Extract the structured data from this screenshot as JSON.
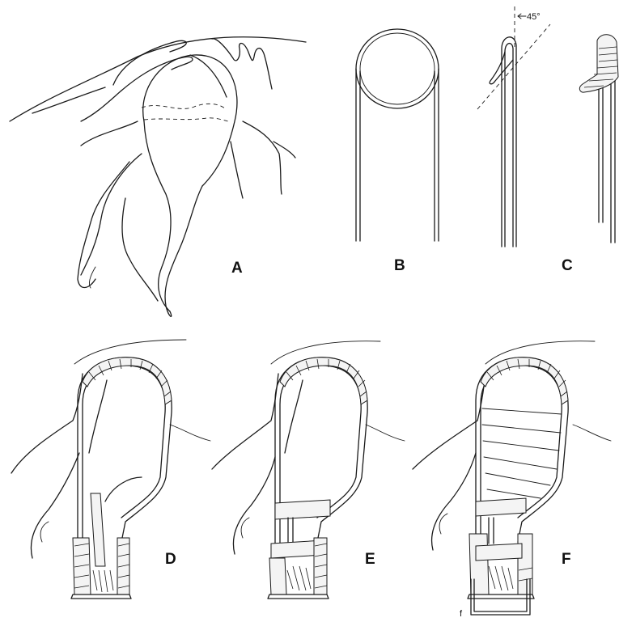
{
  "panels": {
    "a": "A",
    "b": "B",
    "c": "C",
    "d": "D",
    "e": "E",
    "f": "F"
  },
  "annotations": {
    "angle": "45°",
    "sub_f": "f"
  }
}
